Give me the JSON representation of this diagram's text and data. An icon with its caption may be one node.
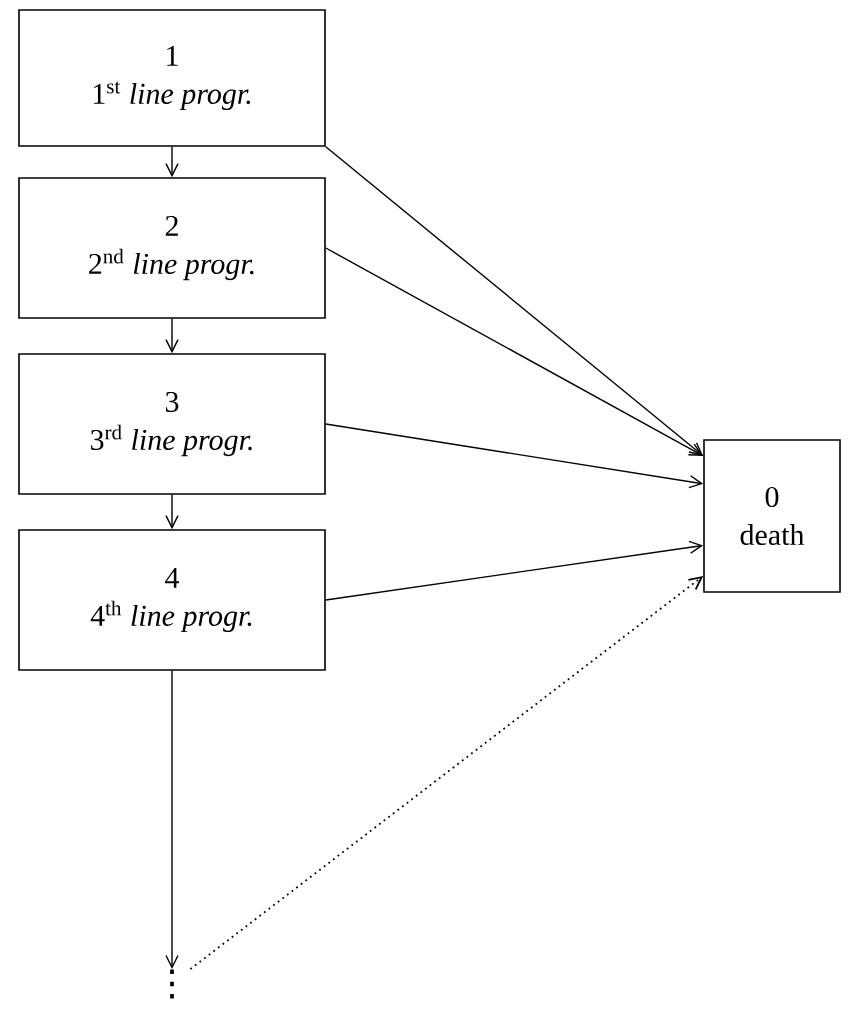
{
  "diagram": {
    "nodes": [
      {
        "text": [
          "1",
          "1$^{st}$ *line progr.*"
        ]
      },
      {
        "text": [
          "2",
          "2$^{nd}$ *line progr.*"
        ]
      },
      {
        "text": [
          "3",
          "3$^{rd}$ *line progr.*"
        ]
      },
      {
        "text": [
          "4",
          "4$^{th}$ *line progr.*"
        ]
      },
      {
        "text": [
          "0",
          "death"
        ]
      },
      {
        "text": [
          "⋮"
        ]
      }
    ],
    "edges": [
      {
        "from": 0,
        "to": 1,
        "arrow": "to"
      },
      {
        "from": 1,
        "to": 2,
        "arrow": "to"
      },
      {
        "from": 2,
        "to": 3,
        "arrow": "to"
      },
      {
        "from": 3,
        "to": 5,
        "arrow": "to"
      },
      {
        "from": 0,
        "to": 4,
        "arrow": "to"
      },
      {
        "from": 1,
        "to": 4,
        "arrow": "to"
      },
      {
        "from": 2,
        "to": 4,
        "arrow": "to"
      },
      {
        "from": 3,
        "to": 4,
        "arrow": "to"
      },
      {
        "from": 5,
        "to": 4,
        "arrow": "to",
        "style": "dashed"
      }
    ]
  }
}
